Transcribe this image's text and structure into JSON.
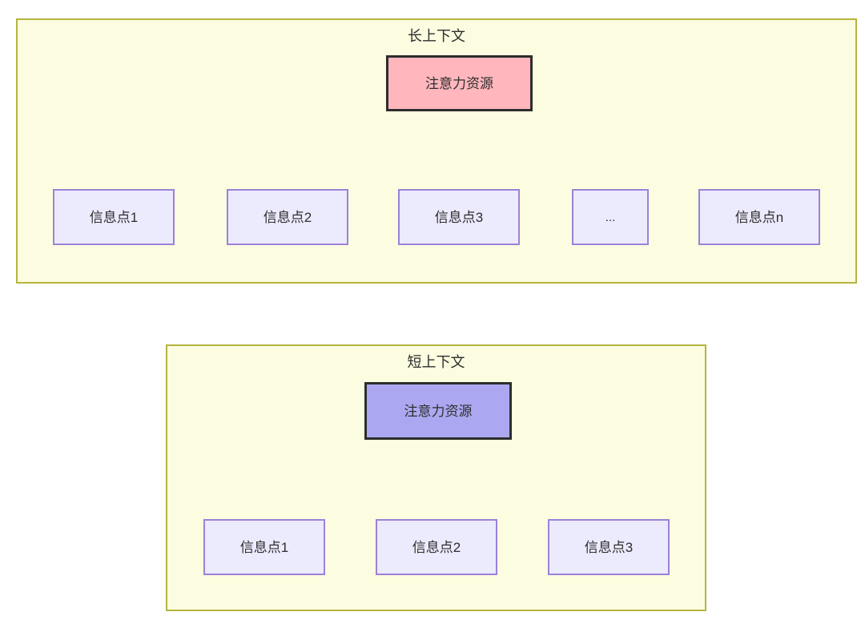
{
  "colors": {
    "panel_fill": "#FCFCE0",
    "panel_border": "#B5B540",
    "attention_long_fill": "#FFB6BD",
    "attention_short_fill": "#ABA8F1",
    "attention_border": "#2D2D2D",
    "info_fill": "#ECEAFD",
    "info_border": "#9B82D8",
    "arrow": "#2E2E2E",
    "text": "#2E2E2E"
  },
  "panels": [
    {
      "title": "长上下文",
      "attention": {
        "label": "注意力资源"
      },
      "info_points": [
        {
          "label": "信息点1"
        },
        {
          "label": "信息点2"
        },
        {
          "label": "信息点3"
        },
        {
          "label": "..."
        },
        {
          "label": "信息点n"
        }
      ]
    },
    {
      "title": "短上下文",
      "attention": {
        "label": "注意力资源"
      },
      "info_points": [
        {
          "label": "信息点1"
        },
        {
          "label": "信息点2"
        },
        {
          "label": "信息点3"
        }
      ]
    }
  ]
}
